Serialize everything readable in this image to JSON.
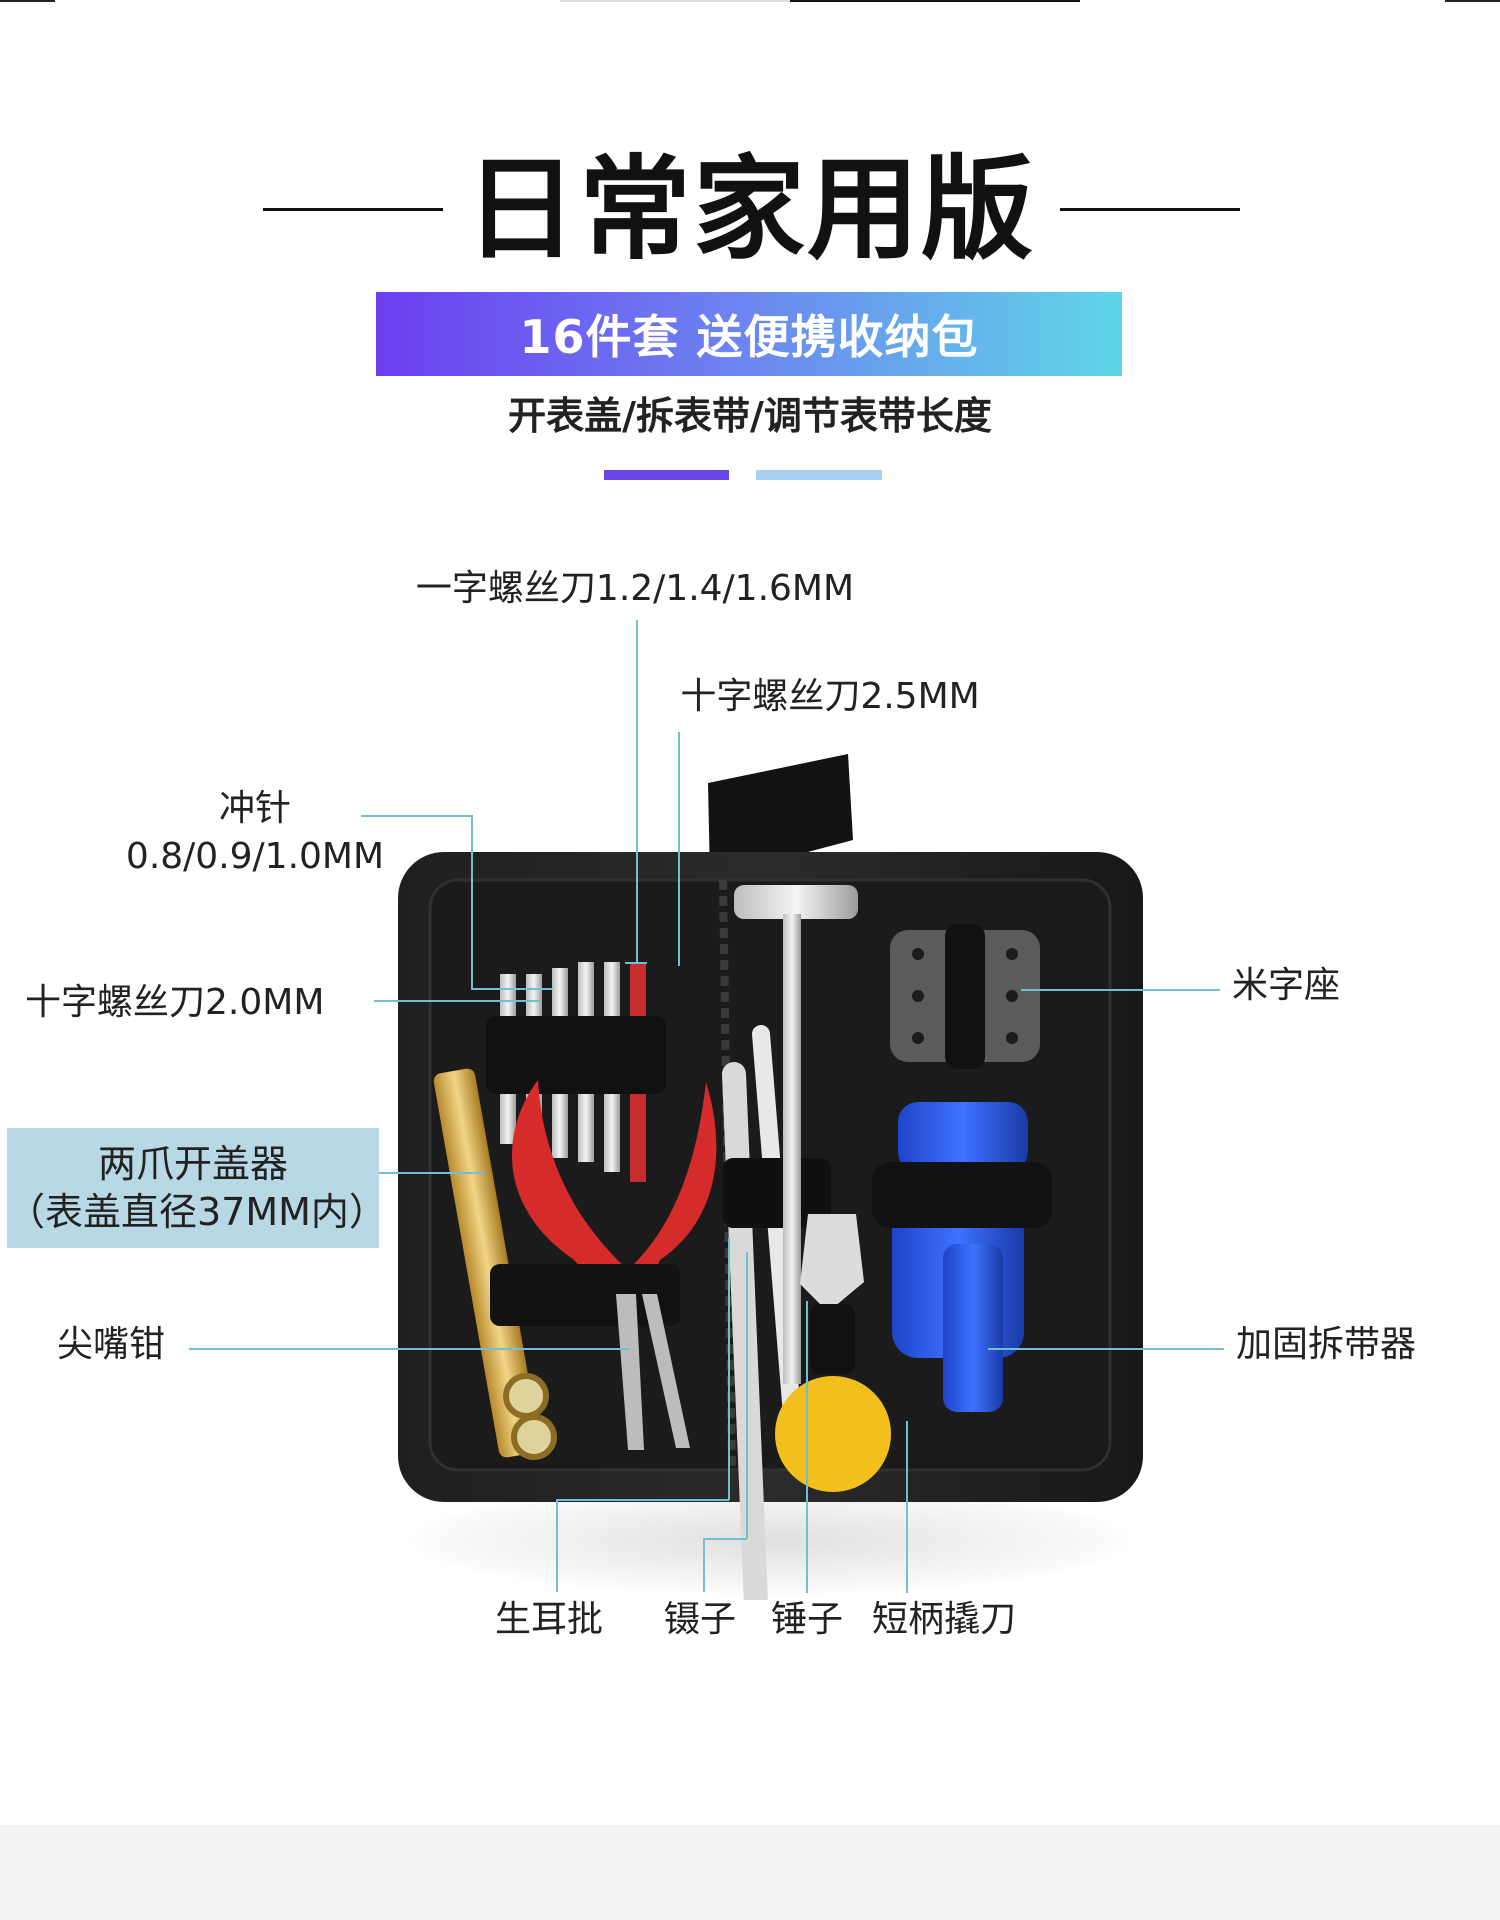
{
  "title": "日常家用版",
  "banner": "16件套  送便携收纳包",
  "subtitle": "开表盖/拆表带/调节表带长度",
  "labels": {
    "flat_screwdriver": "一字螺丝刀1.2/1.4/1.6MM",
    "cross_screwdriver_25": "十字螺丝刀2.5MM",
    "punch_title": "冲针",
    "punch_sizes": "0.8/0.9/1.0MM",
    "cross_screwdriver_20": "十字螺丝刀2.0MM",
    "two_claw_opener": "两爪开盖器",
    "two_claw_note": "（表盖直径37MM内）",
    "needle_nose_pliers": "尖嘴钳",
    "cross_base": "米字座",
    "reinforced_strap_tool": "加固拆带器",
    "spring_bar_tool": "生耳批",
    "tweezers": "镊子",
    "hammer": "锤子",
    "short_pry_knife": "短柄撬刀"
  },
  "colors": {
    "accent_purple": "#6a46e7",
    "accent_light_blue": "#a7d1ef",
    "connector_blue": "#73bdd7",
    "banner_start": "#6b3ef0",
    "banner_end": "#5fd6e8",
    "highlight_box": "#b8d8e5"
  }
}
